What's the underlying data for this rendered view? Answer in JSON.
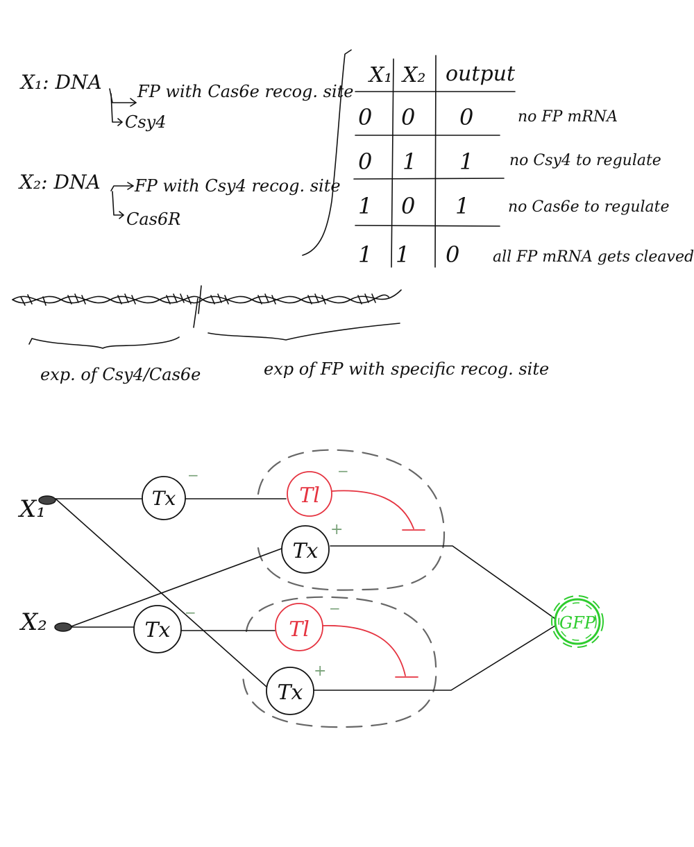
{
  "inputs": {
    "x1": {
      "label": "X₁: DNA",
      "product_fp": "FP with Cas6e recog. site",
      "product_enzyme": "Csy4"
    },
    "x2": {
      "label": "X₂: DNA",
      "product_fp": "FP with Csy4 recog. site",
      "product_enzyme": "Cas6R"
    }
  },
  "truth_table": {
    "headers": [
      "X₁",
      "X₂",
      "output"
    ],
    "rows": [
      {
        "x1": "0",
        "x2": "0",
        "out": "0",
        "note": "no FP mRNA"
      },
      {
        "x1": "0",
        "x2": "1",
        "out": "1",
        "note": "no Csy4 to regulate"
      },
      {
        "x1": "1",
        "x2": "0",
        "out": "1",
        "note": "no Cas6e to regulate"
      },
      {
        "x1": "1",
        "x2": "1",
        "out": "0",
        "note": "all FP mRNA gets cleaved"
      }
    ]
  },
  "dna_strip": {
    "left_label": "exp. of Csy4/Cas6e",
    "right_label": "exp of FP with specific recog. site"
  },
  "circuit": {
    "input1": "X₁",
    "input2": "X₂",
    "tx": "Tx",
    "tl": "Tl",
    "minus": "−",
    "plus": "+",
    "output": "GFP",
    "colors": {
      "repress": "#e5323f",
      "output": "#2ecc2e",
      "sign": "#7aa37a",
      "group": "#666666"
    }
  }
}
